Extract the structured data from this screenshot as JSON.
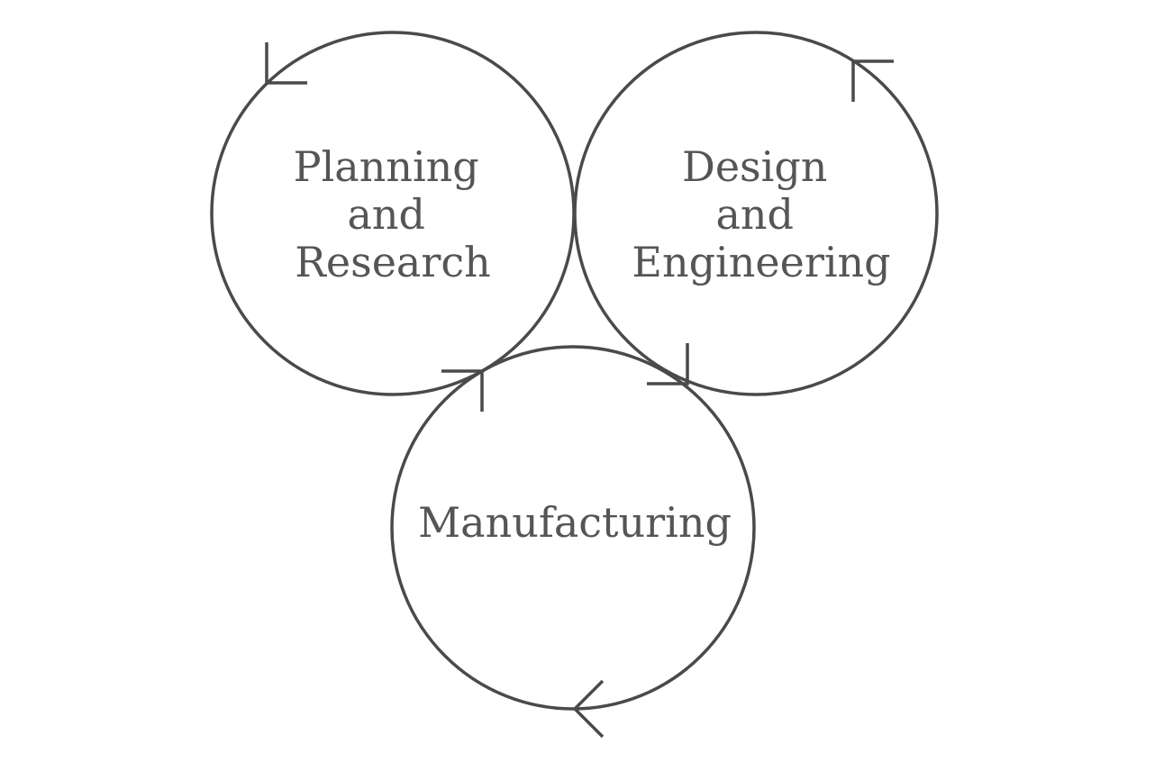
{
  "diagram": {
    "stages": [
      {
        "lines": [
          "Planning",
          "and",
          "Research"
        ]
      },
      {
        "lines": [
          "Design",
          "and",
          "Engineering"
        ]
      },
      {
        "lines": [
          "Manufacturing"
        ]
      }
    ],
    "stroke_color": "#4a4a4a",
    "text_color": "#555555",
    "background": "#ffffff"
  }
}
